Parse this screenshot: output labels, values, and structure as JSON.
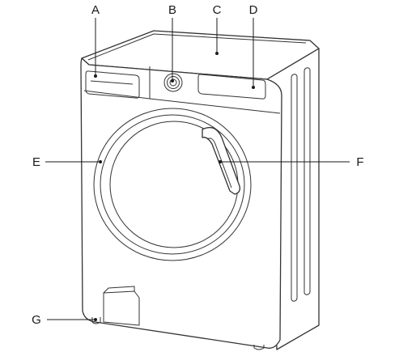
{
  "labels": {
    "A": "A",
    "B": "B",
    "C": "C",
    "D": "D",
    "E": "E",
    "F": "F",
    "G": "G"
  },
  "colors": {
    "line": "#333333",
    "background": "#ffffff"
  }
}
